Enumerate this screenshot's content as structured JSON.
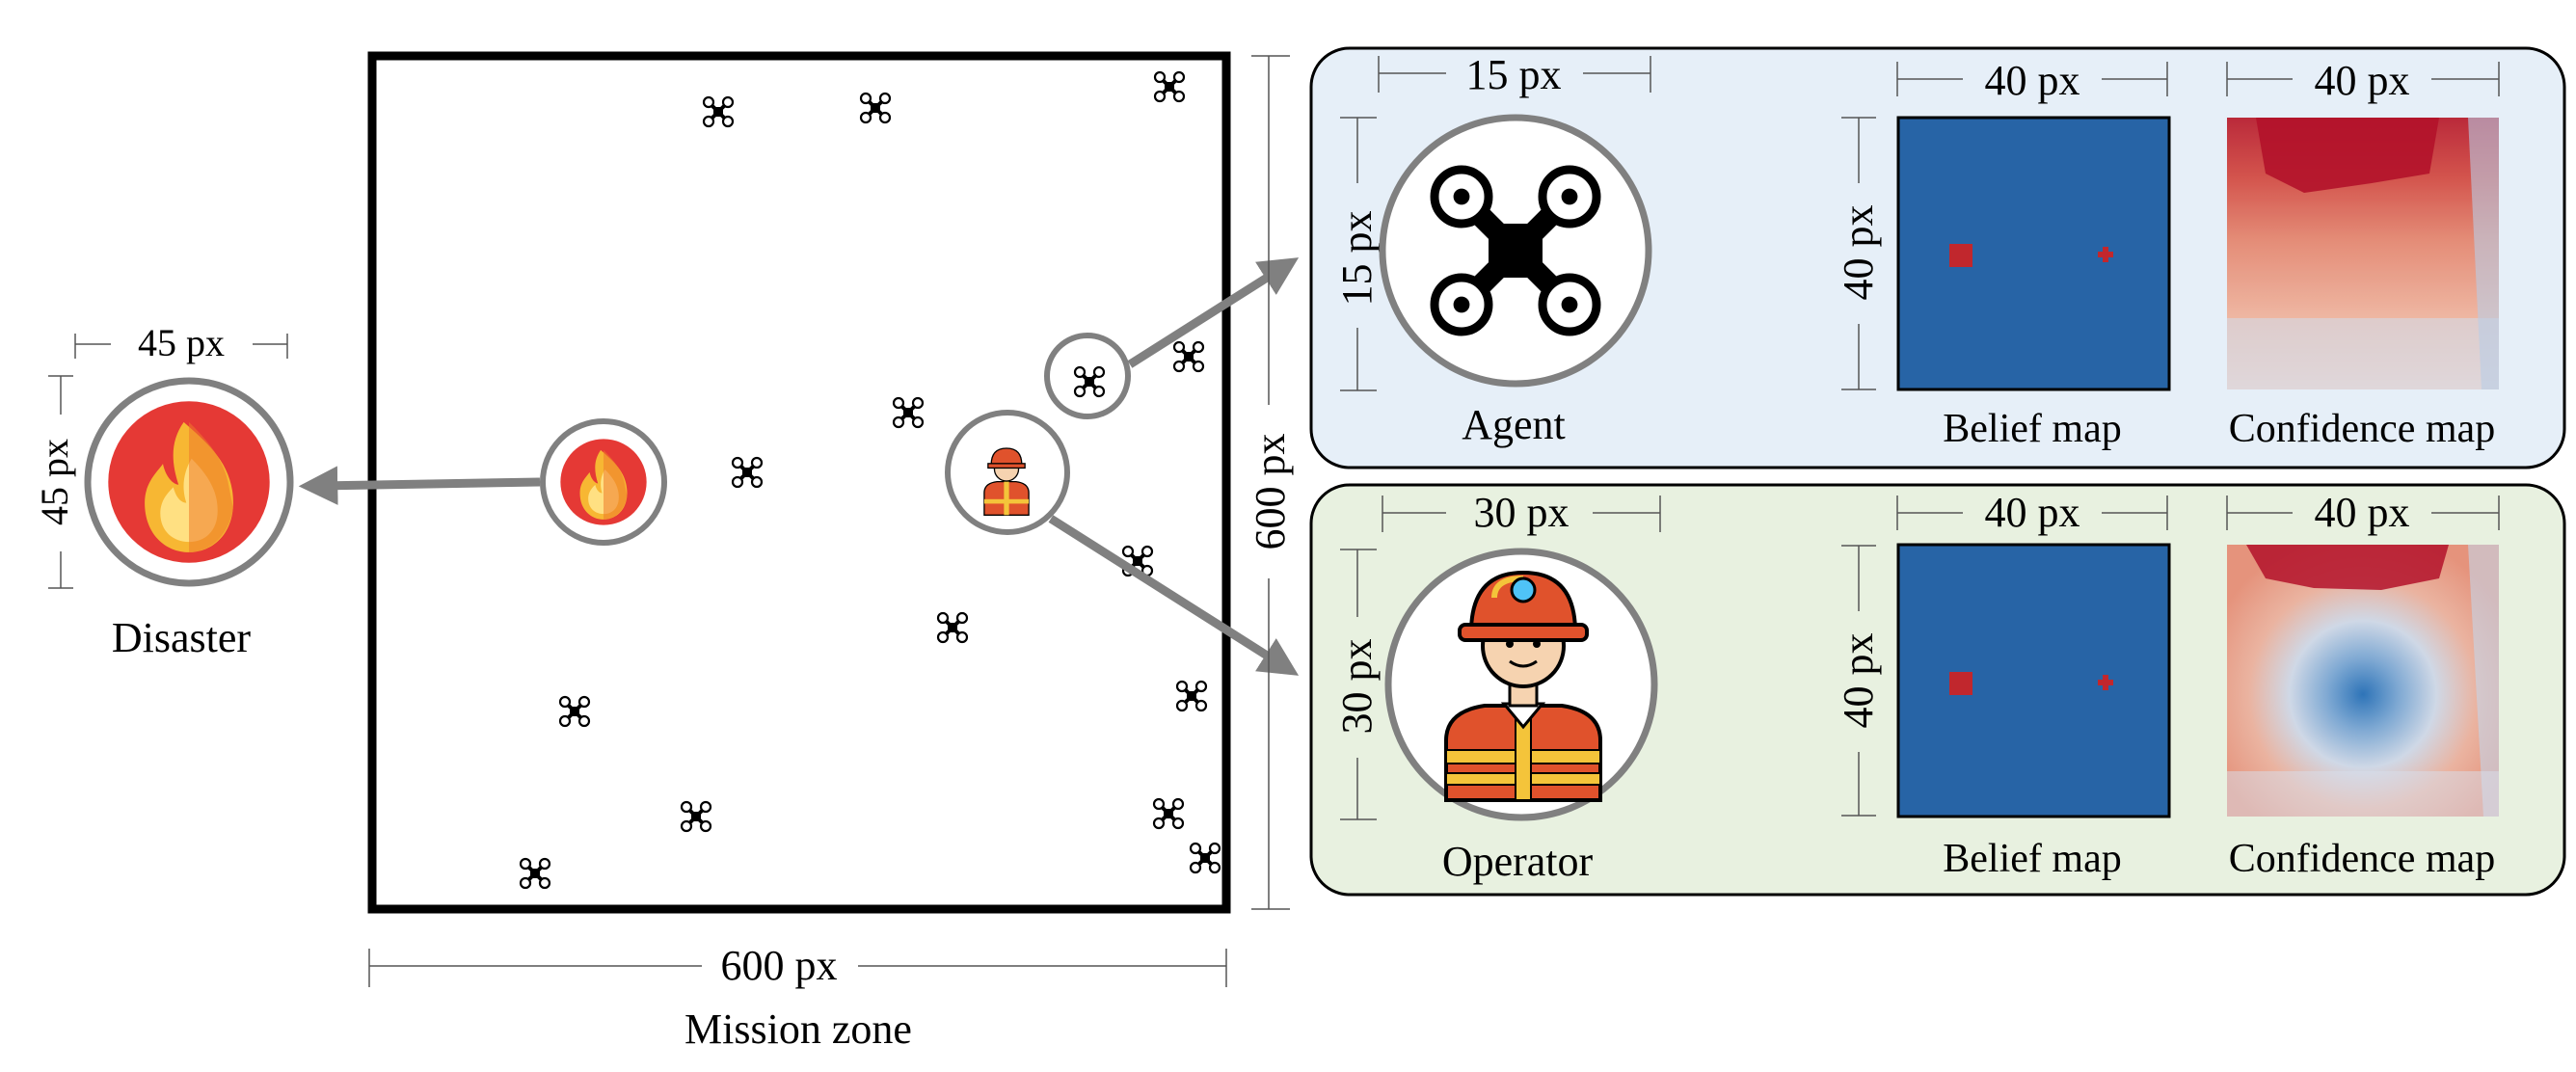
{
  "disaster": {
    "label": "Disaster",
    "width_dim": "45 px",
    "height_dim": "45 px"
  },
  "mission_zone": {
    "label": "Mission zone",
    "width_dim": "600 px",
    "height_dim": "600 px"
  },
  "agent_panel": {
    "icon_label": "Agent",
    "icon_width_dim": "15 px",
    "icon_height_dim": "15 px",
    "belief_label": "Belief map",
    "belief_width_dim": "40 px",
    "belief_height_dim": "40 px",
    "confidence_label": "Confidence map",
    "confidence_width_dim": "40 px"
  },
  "operator_panel": {
    "icon_label": "Operator",
    "icon_width_dim": "30 px",
    "icon_height_dim": "30 px",
    "belief_label": "Belief map",
    "belief_width_dim": "40 px",
    "belief_height_dim": "40 px",
    "confidence_label": "Confidence map",
    "confidence_width_dim": "40 px"
  },
  "colors": {
    "agent_panel_bg": "#e6eff8",
    "operator_panel_bg": "#e8f1e0",
    "belief_map_blue": "#2764a6",
    "marker_red": "#c1272d",
    "arrow_gray": "#808080",
    "fire_red": "#e53935"
  },
  "icons": [
    "fire-icon",
    "drone-icon",
    "firefighter-icon"
  ]
}
